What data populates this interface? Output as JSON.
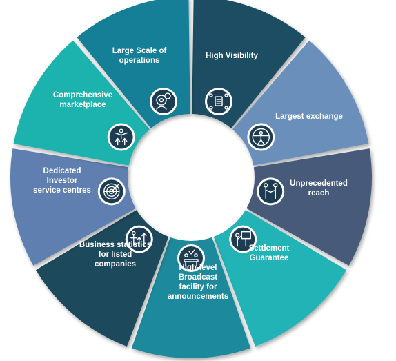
{
  "diagram": {
    "segments": [
      {
        "id": "high-visibility",
        "lines": [
          "High Visibility"
        ],
        "color": "#1f4e62",
        "icon": "document-network-icon"
      },
      {
        "id": "largest-exchange",
        "lines": [
          "Largest exchange"
        ],
        "color": "#6b8fbb",
        "icon": "vitruvian-man-icon"
      },
      {
        "id": "unprecedented-reach",
        "lines": [
          "Unprecedented",
          "reach"
        ],
        "color": "#465a7a",
        "icon": "handshake-people-icon"
      },
      {
        "id": "settlement-guarantee",
        "lines": [
          "Settlement",
          "Guarantee"
        ],
        "color": "#22b3b6",
        "icon": "presenter-board-icon"
      },
      {
        "id": "high-level-broadcast",
        "lines": [
          "High-level",
          "Broadcast",
          "facility for",
          "announcements"
        ],
        "color": "#1a8a9c",
        "icon": "meeting-team-icon"
      },
      {
        "id": "business-statistics",
        "lines": [
          "Business statistics",
          "for listed",
          "companies"
        ],
        "color": "#1c4a5c",
        "icon": "growth-people-icon"
      },
      {
        "id": "investor-service-centres",
        "lines": [
          "Dedicated",
          "Investor",
          "service centres"
        ],
        "color": "#5e7fb0",
        "icon": "radar-target-icon"
      },
      {
        "id": "comprehensive-marketplace",
        "lines": [
          "Comprehensive",
          "marketplace"
        ],
        "color": "#1fb2ad",
        "icon": "arrows-up-person-icon"
      },
      {
        "id": "large-scale-operations",
        "lines": [
          "Large Scale of",
          "operations"
        ],
        "color": "#177f98",
        "icon": "gear-head-icon"
      }
    ]
  }
}
